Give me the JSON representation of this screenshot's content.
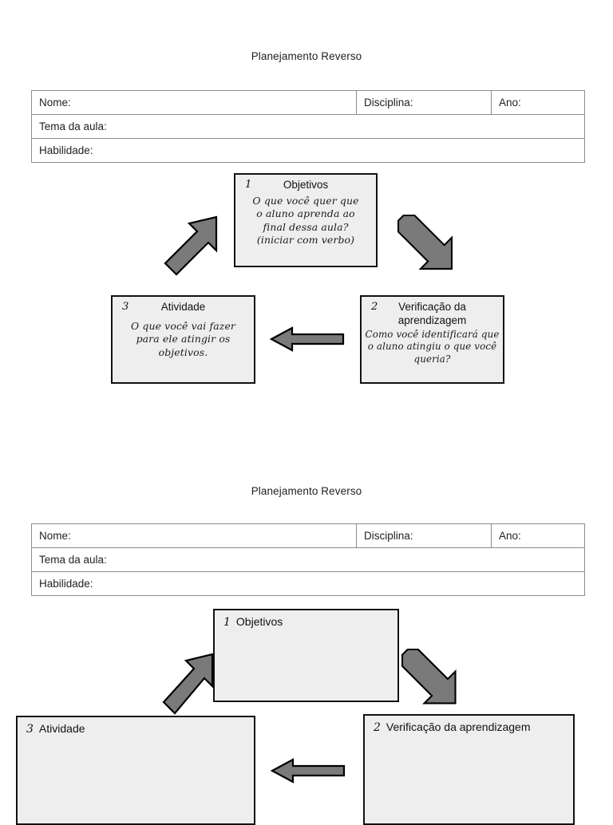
{
  "document": {
    "title": "Planejamento Reverso"
  },
  "sections": [
    {
      "id": "section-filled",
      "title": "Planejamento Reverso",
      "table": {
        "rows": [
          {
            "cells": [
              "Nome:",
              "Disciplina:",
              "Ano:"
            ]
          },
          {
            "cells": [
              "Tema da aula:"
            ]
          },
          {
            "cells": [
              "Habilidade:"
            ]
          }
        ]
      },
      "diagram": {
        "boxes": [
          {
            "number": "1",
            "title": "Objetivos",
            "body_lines": [
              "O que você quer que",
              "o aluno aprenda ao",
              "final dessa aula?",
              "(iniciar com verbo)"
            ]
          },
          {
            "number": "2",
            "title": "Verificação da aprendizagem",
            "body_lines": [
              "Como você identificará que",
              "o aluno atingiu o que você",
              "queria?"
            ]
          },
          {
            "number": "3",
            "title": "Atividade",
            "body_lines": [
              "O que você vai fazer",
              "para ele atingir os",
              "objetivos."
            ]
          }
        ],
        "arrows": [
          {
            "name": "arrow-objetivos-to-verificacao",
            "direction": "down-right"
          },
          {
            "name": "arrow-verificacao-to-atividade",
            "direction": "left"
          },
          {
            "name": "arrow-atividade-to-objetivos",
            "direction": "up-right"
          }
        ]
      }
    },
    {
      "id": "section-blank",
      "title": "Planejamento Reverso",
      "table": {
        "rows": [
          {
            "cells": [
              "Nome:",
              "Disciplina:",
              "Ano:"
            ]
          },
          {
            "cells": [
              "Tema da aula:"
            ]
          },
          {
            "cells": [
              "Habilidade:"
            ]
          }
        ]
      },
      "diagram": {
        "boxes": [
          {
            "number": "1",
            "title": "Objetivos"
          },
          {
            "number": "2",
            "title": "Verificação da aprendizagem"
          },
          {
            "number": "3",
            "title": "Atividade"
          }
        ],
        "arrows": [
          {
            "name": "arrow-objetivos-to-verificacao",
            "direction": "down-right"
          },
          {
            "name": "arrow-verificacao-to-atividade",
            "direction": "left"
          },
          {
            "name": "arrow-atividade-to-objetivos",
            "direction": "up-right"
          }
        ]
      }
    }
  ],
  "colors": {
    "box_fill": "#eeeeee",
    "box_border": "#111111",
    "arrow_fill": "#7a7a7a",
    "arrow_stroke": "#000000",
    "table_border": "#8c8c8c"
  }
}
